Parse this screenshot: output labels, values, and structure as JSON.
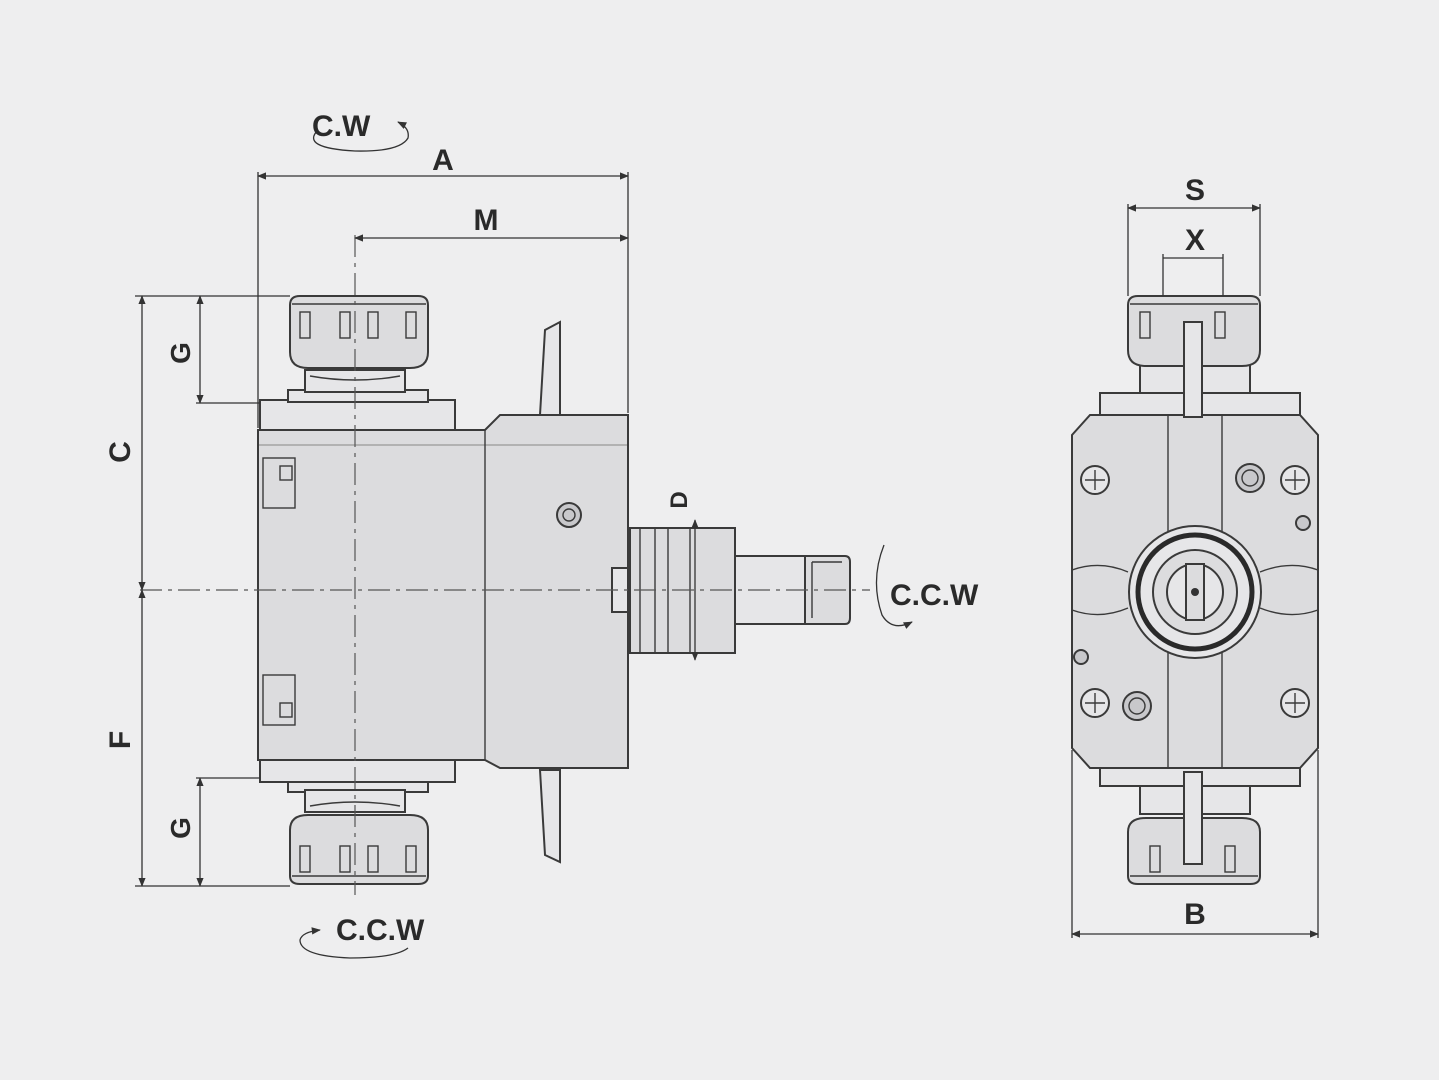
{
  "labels": {
    "A": "A",
    "M": "M",
    "C": "C",
    "F": "F",
    "G_top": "G",
    "G_bottom": "G",
    "D": "D",
    "S": "S",
    "X": "X",
    "B": "B"
  },
  "rotation_labels": {
    "top": "C.W",
    "bottom": "C.C.W",
    "shank": "C.C.W"
  },
  "colors": {
    "background": "#eeeeef",
    "body_fill": "#dcdcde",
    "line": "#3a3a3a"
  }
}
